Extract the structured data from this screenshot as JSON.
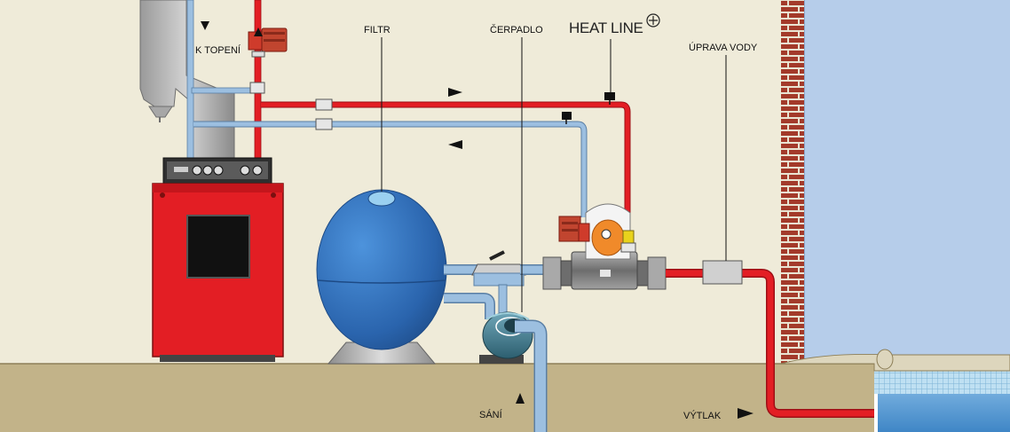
{
  "labels": {
    "k_topeni": "K TOPENÍ",
    "filtr": "FILTR",
    "cerpadlo": "ČERPADLO",
    "heat_line": "HEAT LINE",
    "uprava_vody": "ÚPRAVA VODY",
    "sani": "SÁNÍ",
    "vytlak": "VÝTLAK"
  },
  "colors": {
    "wall": "#efebd9",
    "ground": "#c2b389",
    "hot_pipe": "#e31e24",
    "cold_pipe": "#9cbfe0",
    "boiler": "#e31e24",
    "filter": "#2f6fb7",
    "pool_water": "#5ea3d8",
    "brick": "#a33a2a"
  },
  "icons": {
    "heat_line_logo": "circled-plus-icon",
    "flow_arrow": "triangle-arrow-icon"
  }
}
